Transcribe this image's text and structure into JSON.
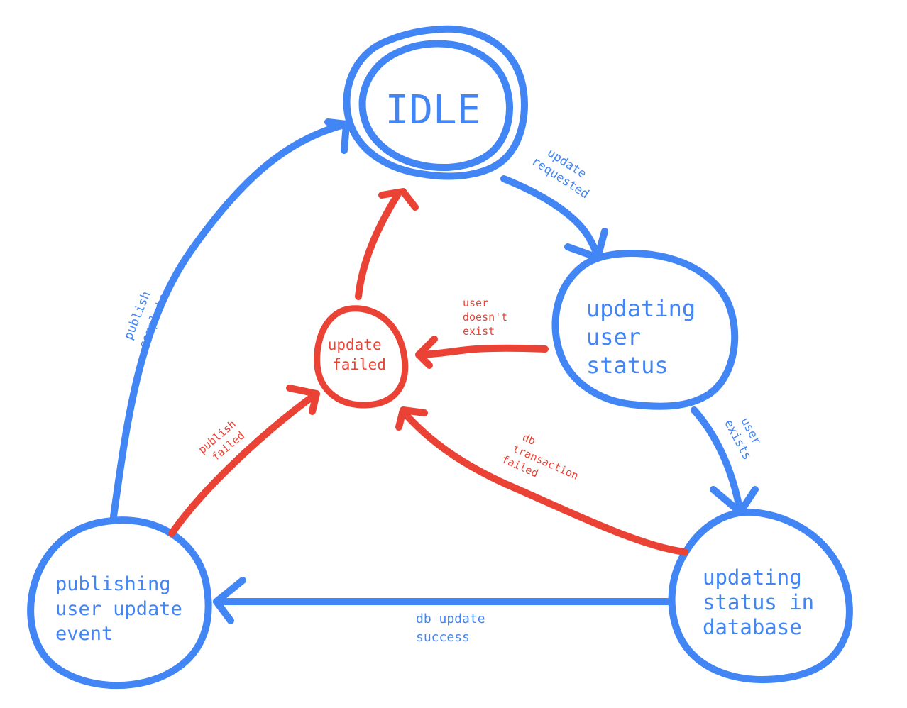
{
  "colors": {
    "primary": "#4285f4",
    "error": "#ea4335",
    "background": "#ffffff"
  },
  "states": {
    "idle": "IDLE",
    "updating_user_status": [
      "updating",
      "user",
      "status"
    ],
    "updating_status_in_database": [
      "updating",
      "status in",
      "database"
    ],
    "publishing_user_update_event": [
      "publishing",
      "user update",
      "event"
    ],
    "update_failed": [
      "update",
      "failed"
    ]
  },
  "transitions": {
    "update_requested": [
      "update",
      "requested"
    ],
    "user_exists": [
      "user",
      "exists"
    ],
    "db_update_success": [
      "db update",
      "success"
    ],
    "publish_complete": [
      "publish",
      "complete"
    ],
    "user_doesnt_exist": [
      "user",
      "doesn't",
      "exist"
    ],
    "db_transaction_failed": [
      "db",
      "transaction",
      "failed"
    ],
    "publish_failed": [
      "publish",
      "failed"
    ]
  }
}
